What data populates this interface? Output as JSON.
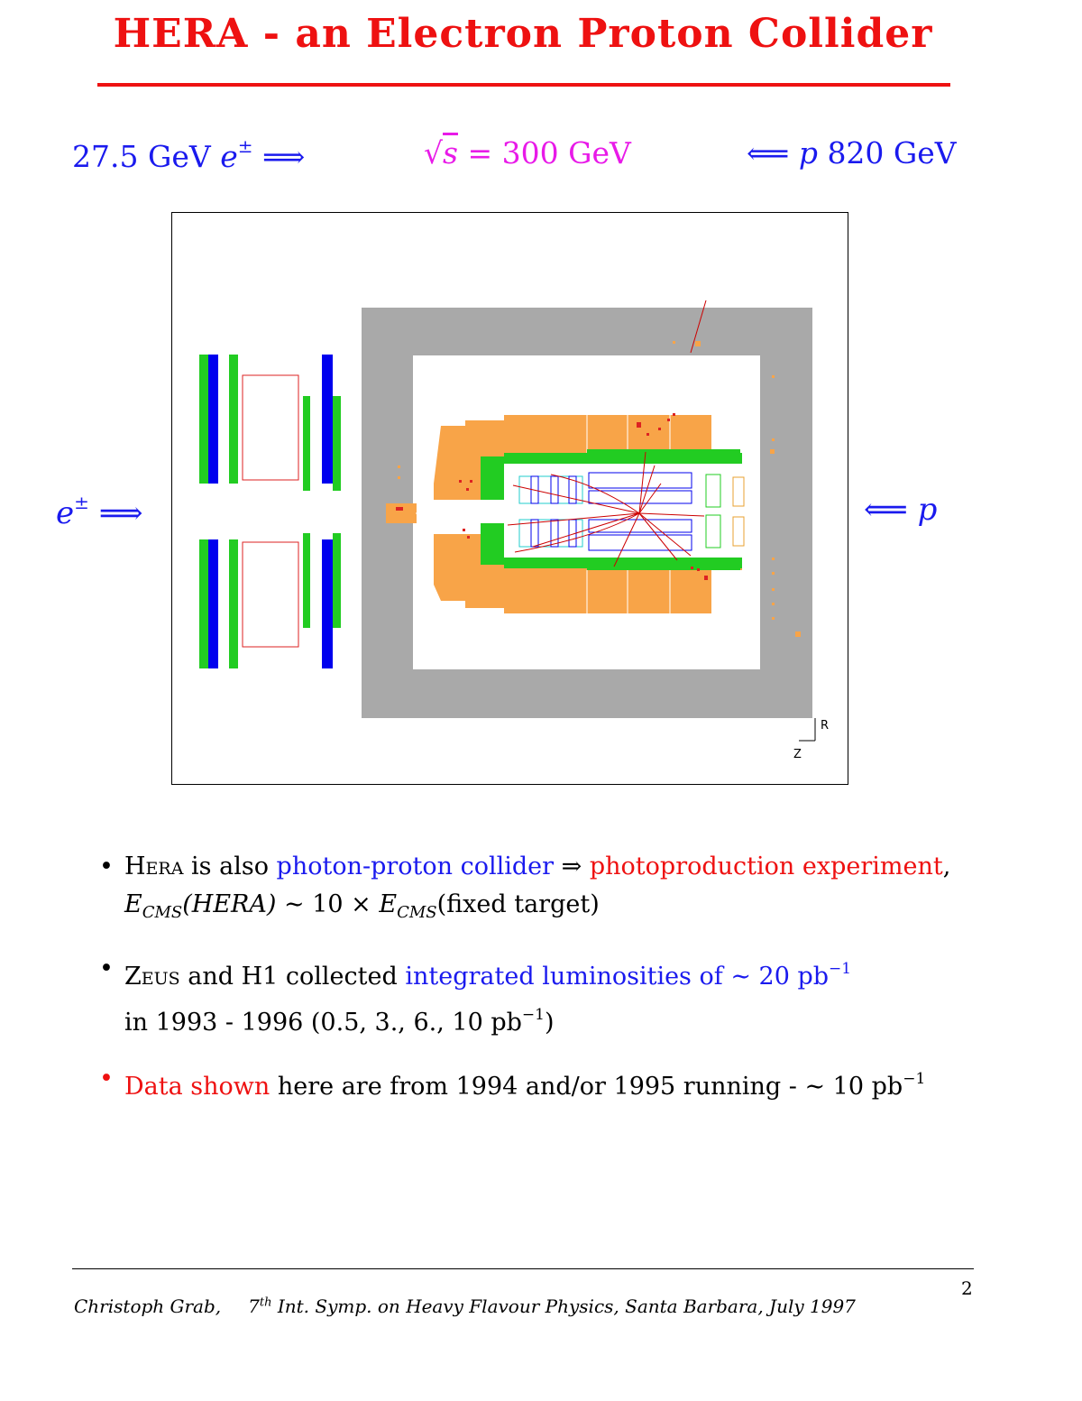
{
  "title": "HERA - an Electron Proton Collider",
  "beams": {
    "left": {
      "energy": "27.5 GeV",
      "particle": "e",
      "charge": "±",
      "arrow": "⟹"
    },
    "middle": {
      "sqrt": "√",
      "var": "s",
      "equals": "= 300 GeV"
    },
    "right": {
      "arrow": "⟸",
      "particle": "p",
      "energy": "820 GeV"
    }
  },
  "side_labels": {
    "left_particle": "e",
    "left_charge": "±",
    "left_arrow": "⟹",
    "right_arrow": "⟸",
    "right_particle": "p"
  },
  "figure": {
    "axis_r": "R",
    "axis_z": "Z",
    "colors": {
      "iron": "#a9a9a9",
      "calorimeter": "#f8a448",
      "muon": "#22cc22",
      "chamber": "#0000ee",
      "track": "#cc0000"
    }
  },
  "bullets": [
    {
      "dot": "•",
      "hera": "Hera",
      "text1": " is also ",
      "blue1": "photon-proton collider",
      "text2": "  ⇒ ",
      "red1": "photoproduction experiment",
      "text3": ",",
      "e1": "E",
      "cms1": "CMS",
      "hera_paren": "(HERA)",
      "text4": " ∼ 10 × ",
      "e2": "E",
      "cms2": "CMS",
      "text5": "(fixed target)"
    },
    {
      "dot": "•",
      "zeus": "Zeus",
      "text1": " and H1 collected ",
      "blue1": "integrated luminosities of ∼ 20 pb",
      "sup1": "−1",
      "line2": "in 1993 - 1996 (0.5, 3., 6., 10 pb",
      "sup2": "−1",
      "line2_end": ")"
    },
    {
      "dot": "•",
      "red1": "Data shown",
      "text1": "  here are from 1994 and/or 1995 running - ∼ 10 pb",
      "sup1": "−1"
    }
  ],
  "page_number": "2",
  "footer": {
    "author": "Christoph Grab,",
    "ord": "7",
    "ord_sup": "th",
    "event": " Int. Symp. on Heavy Flavour Physics, Santa Barbara, July 1997"
  }
}
